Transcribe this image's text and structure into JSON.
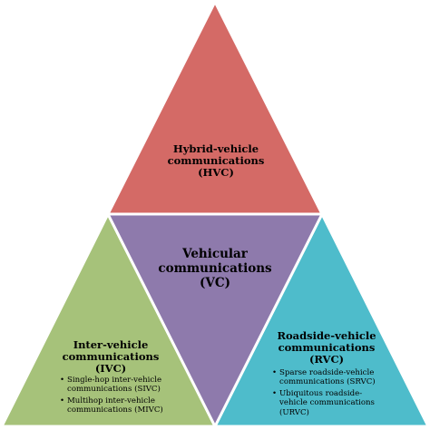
{
  "colors": {
    "top": "#d46a66",
    "center": "#8e7aac",
    "left": "#a6c27a",
    "right": "#4ebccb",
    "stroke": "#ffffff"
  },
  "top": {
    "lines": [
      "Hybrid-vehicle",
      "communications",
      "(HVC)"
    ]
  },
  "center": {
    "lines": [
      "Vehicular",
      "communications",
      "(VC)"
    ]
  },
  "left": {
    "lines": [
      "Inter-vehicle",
      "communications",
      "(IVC)"
    ],
    "bullets": [
      [
        "Single-hop inter-vehicle",
        "communications (SIVC)"
      ],
      [
        "Multihop inter-vehicle",
        "communications (MIVC)"
      ]
    ]
  },
  "right": {
    "lines": [
      "Roadside-vehicle",
      "communications",
      "(RVC)"
    ],
    "bullets": [
      [
        "Sparse roadside-vehicle",
        "communications (SRVC)"
      ],
      [
        "Ubiquitous roadside-",
        "vehicle communications",
        "(URVC)"
      ]
    ]
  }
}
